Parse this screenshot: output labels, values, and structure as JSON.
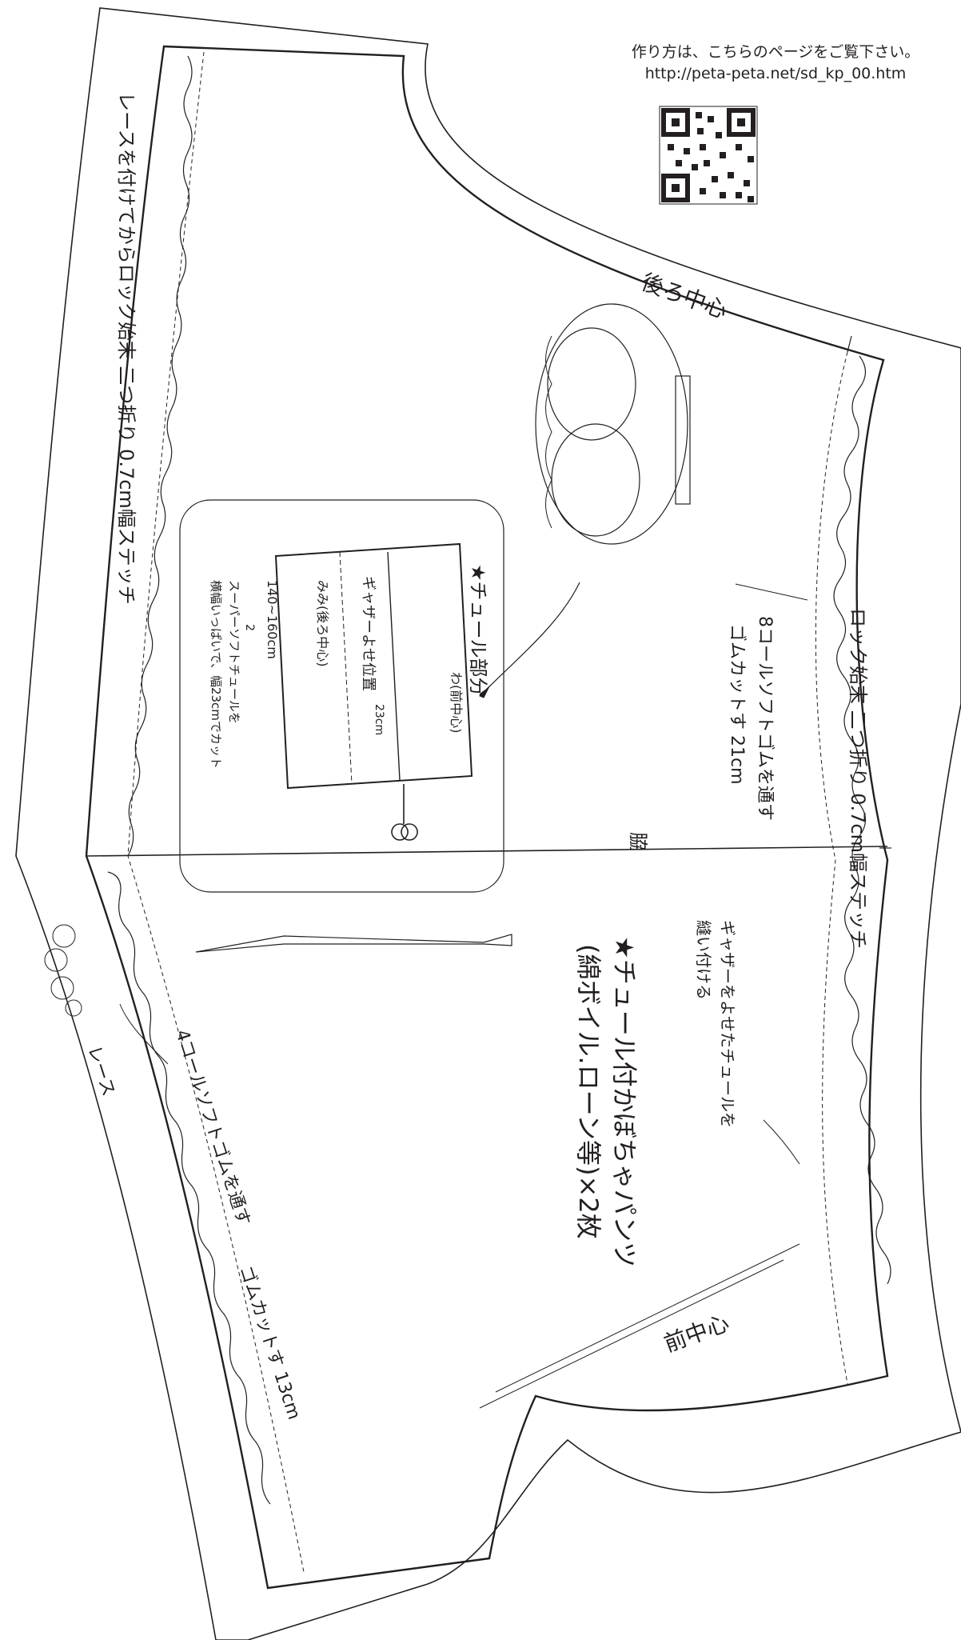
{
  "header": {
    "instruction": "作り方は、こちらのページをご覧下さい。",
    "url": "http://peta-peta.net/sd_kp_00.htm",
    "qr_code": "qr-code"
  },
  "pattern": {
    "title": "★チュール付かぼちゃパンツ",
    "subtitle": "(綿ボイル.ローン等)×2枚",
    "back_center": "後ろ中心",
    "front_center": "前中心",
    "side_seam": "脇",
    "hem_instruction": "レースを付けてからロック始末 二つ折り 0.7cm幅ステッチ",
    "waist_instruction": "ロック始末 二つ折り 0.7cm幅ステッチ",
    "waist_elastic": "8コールソフトゴムを通す",
    "waist_elastic_cut": "ゴムカットす 21cm",
    "gather_note": "ギャザーをよせたチュールを",
    "gather_note_2": "縫い付ける",
    "leg_elastic": "4コールソフトゴムを通す",
    "leg_elastic_cut": "ゴムカットす 13cm",
    "lace": "レース"
  },
  "tulle_inset": {
    "title": "★チュール部分",
    "fold_label": "わ(前中心)",
    "width_label": "23cm",
    "gather_position": "ギャザーよせ位置",
    "selvage_label": "みみ(後ろ中心)",
    "length_top": "140~160cm",
    "length_bottom": "2",
    "desc_1": "スーパーソフトチュールを",
    "desc_2": "横幅いっぱいで、幅23cmでカット"
  },
  "colors": {
    "line": "#231f20",
    "background": "#ffffff"
  }
}
